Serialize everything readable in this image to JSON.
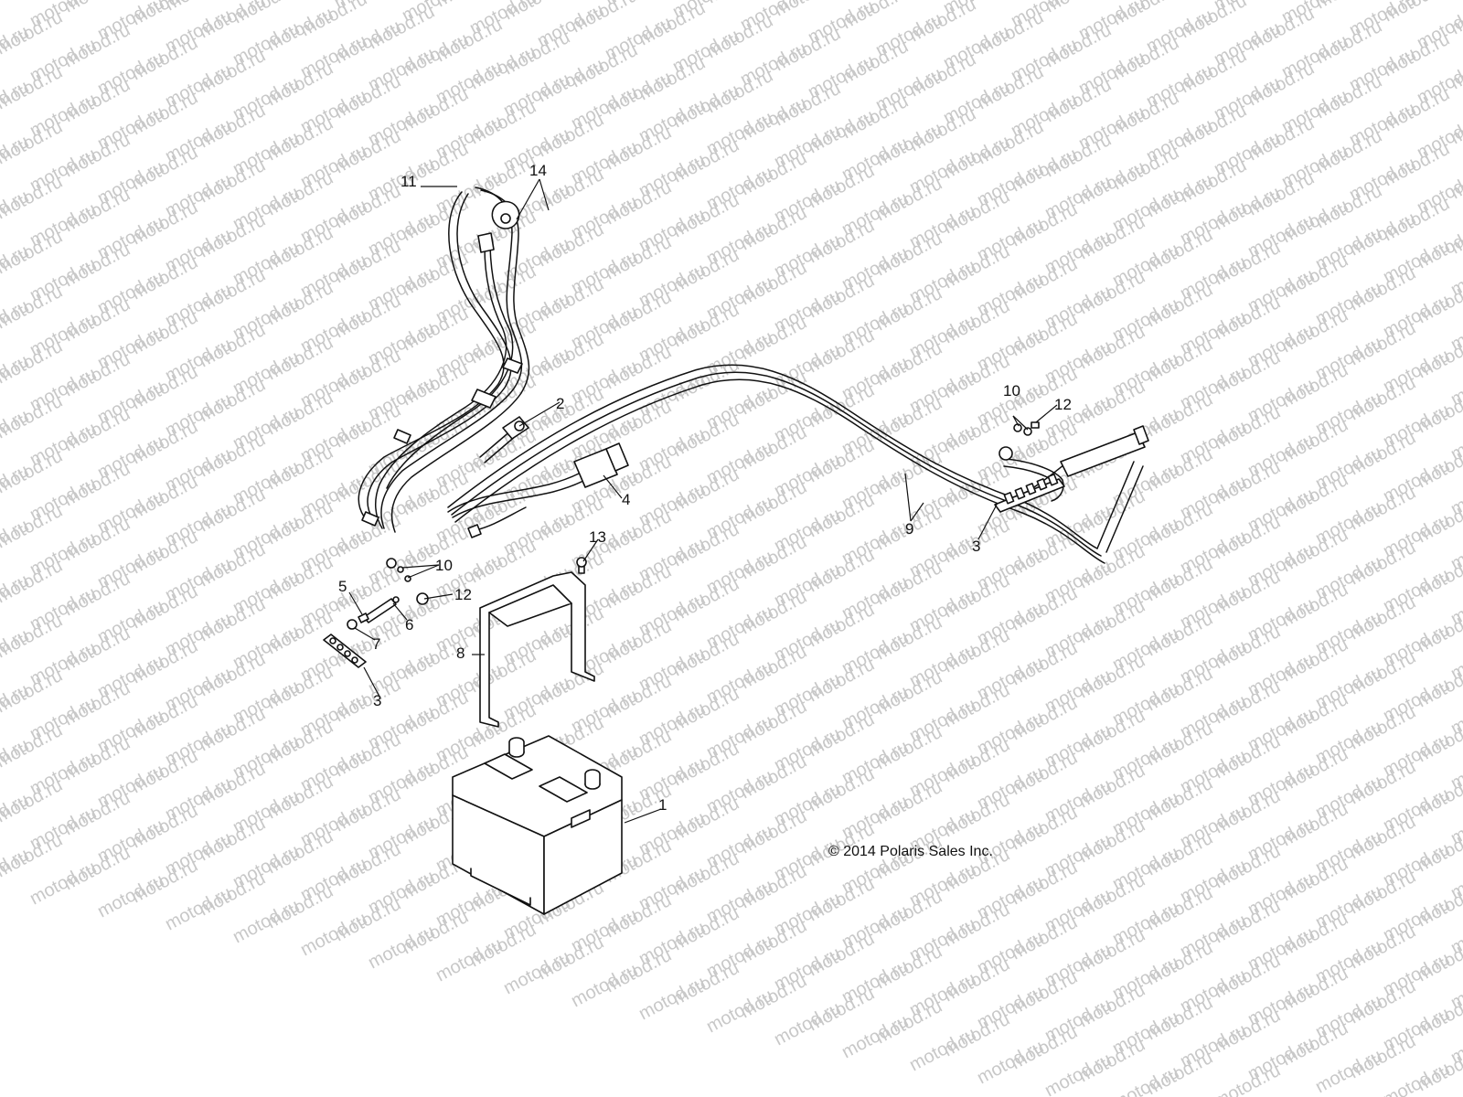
{
  "watermark": {
    "text": "motod.ru",
    "color": "#c8c8c8"
  },
  "copyright": "© 2014 Polaris Sales Inc.",
  "callouts": {
    "c1": "1",
    "c2": "2",
    "c3a": "3",
    "c3b": "3",
    "c4": "4",
    "c5": "5",
    "c6": "6",
    "c7": "7",
    "c8": "8",
    "c9": "9",
    "c10a": "10",
    "c10b": "10",
    "c11": "11",
    "c12a": "12",
    "c12b": "12",
    "c13": "13",
    "c14": "14"
  }
}
